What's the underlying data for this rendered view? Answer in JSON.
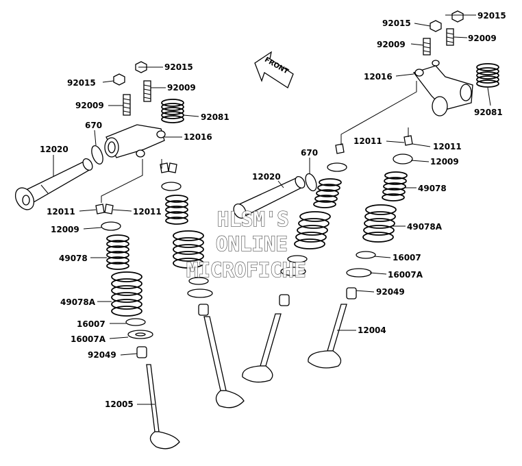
{
  "labels": {
    "p92015_tr": "92015",
    "p92015_tr2": "92015",
    "p92009_tr": "92009",
    "p92009_tr2": "92009",
    "p12016_r": "12016",
    "p92081_r": "92081",
    "p12011_r1": "12011",
    "p12011_r2": "12011",
    "p12009_r": "12009",
    "p49078_r": "49078",
    "p49078A_r": "49078A",
    "p16007_r": "16007",
    "p16007A_r": "16007A",
    "p92049_r": "92049",
    "p12004": "12004",
    "p670_c": "670",
    "p12020_c": "12020",
    "p92015_l1": "92015",
    "p92015_l2": "92015",
    "p92009_l1": "92009",
    "p92009_l2": "92009",
    "p92081_l": "92081",
    "p12016_l": "12016",
    "p670_l": "670",
    "p12020_l": "12020",
    "p12011_l1": "12011",
    "p12011_l2": "12011",
    "p12009_l": "12009",
    "p49078_l": "49078",
    "p49078A_l": "49078A",
    "p16007_l": "16007",
    "p16007A_l": "16007A",
    "p92049_l": "92049",
    "p12005": "12005"
  },
  "front_label": "FRONT",
  "watermark": {
    "line1": "HLSM'S",
    "line2": "ONLINE",
    "line3": "MICROFICHE"
  }
}
